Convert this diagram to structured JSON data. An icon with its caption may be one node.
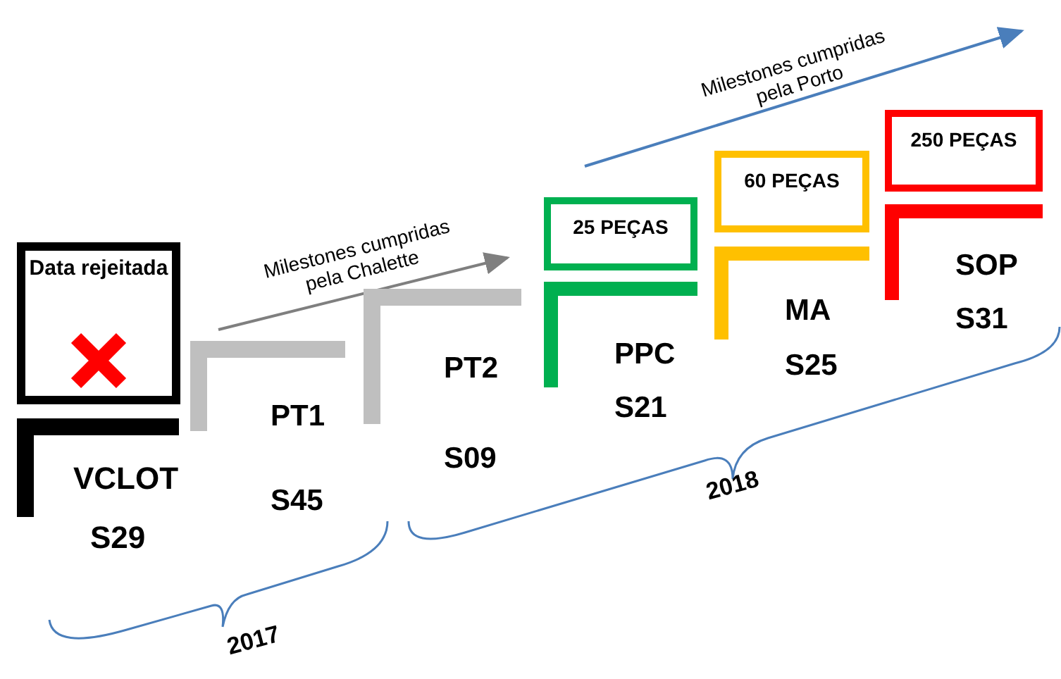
{
  "diagram": {
    "nodes": [
      {
        "text": [
          "Data rejeitada"
        ]
      },
      {
        "text": [
          "VCLOT",
          "S29"
        ]
      },
      {
        "text": [
          "PT1",
          "S45"
        ]
      },
      {
        "text": [
          "PT2",
          "S09"
        ]
      },
      {
        "text": [
          "25 PEÇAS"
        ]
      },
      {
        "text": [
          "PPC",
          "S21"
        ]
      },
      {
        "text": [
          "60 PEÇAS"
        ]
      },
      {
        "text": [
          "MA",
          "S25"
        ]
      },
      {
        "text": [
          "250 PEÇAS"
        ]
      },
      {
        "text": [
          "SOP",
          "S31"
        ]
      }
    ],
    "edges": [],
    "labels": [
      "Milestones cumpridas pela Porto",
      "Milestones cumpridas pela Chalette",
      "2018",
      "2017"
    ]
  }
}
